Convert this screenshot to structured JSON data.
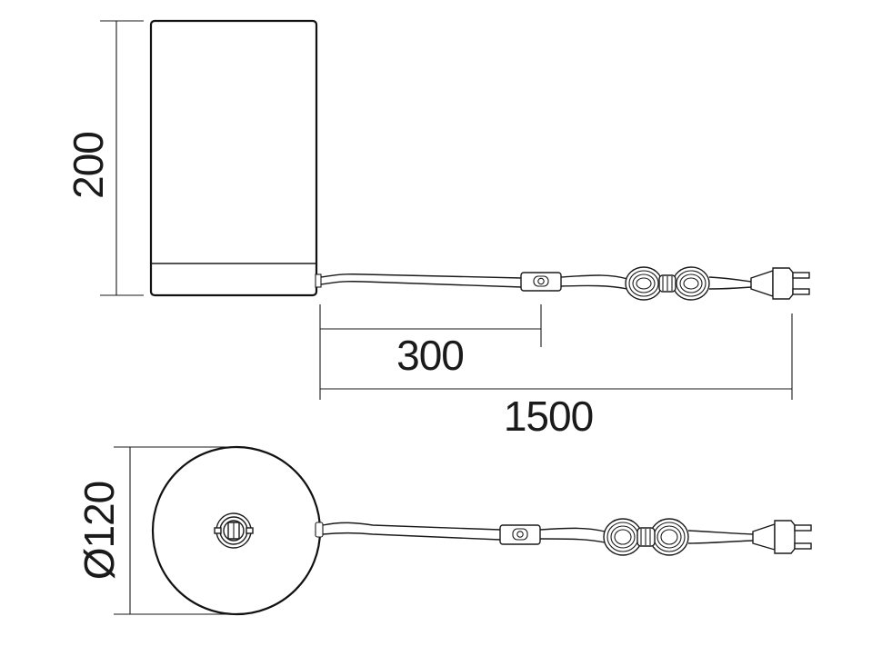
{
  "dimensions": {
    "height": "200",
    "switch_distance": "300",
    "cable_length": "1500",
    "base_diameter": "Ø120"
  },
  "colors": {
    "line": "#1a1a1a",
    "background": "#ffffff"
  },
  "icons": [
    "cord-switch-icon",
    "coiled-cable-icon",
    "euro-plug-icon",
    "lamp-socket-icon"
  ]
}
